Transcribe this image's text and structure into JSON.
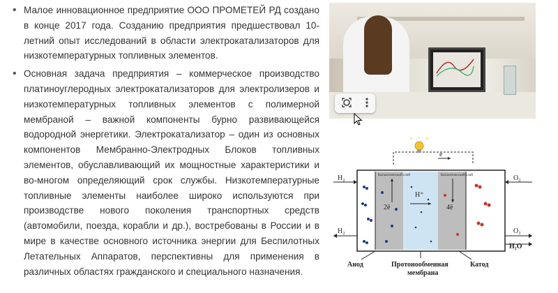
{
  "paragraphs": [
    "Малое инновационное предприятие ООО ПРОМЕТЕЙ РД создано в конце 2017 года. Созданию предприятия предшествовал 10-летний опыт исследований в области электрокатализаторов для низкотемпературных топливных элементов.",
    "Основная задача предприятия – коммерческое производство платиноуглеродных электрокатализаторов для электролизеров и низкотемпературных топливных элементов с полимерной мембраной – важной компоненты бурно развивающейся водородной энергетики. Электрокатализатор – один из основных компонентов Мембранно-Электродных Блоков топливных элементов, обуславливающий их мощностные характеристики и во-многом определяющий срок службы. Низкотемпературные топливные элементы наиболее широко используются при производстве нового поколения транспортных средств (автомобили, поезда, корабли и др.), востребованы в России и в мире в качестве основного источника энергии для Беспилотных Летательных Аппаратов, перспективны для применения в различных областях гражданского и специального назначения."
  ],
  "photo_icons": [
    "lens-icon",
    "more-vert-icon"
  ],
  "diagram": {
    "electron_top": "ē",
    "catalyst_layer_left": "Каталитический слой",
    "catalyst_layer_right": "Каталитический слой",
    "h2_in": "H₂",
    "h2_out": "H₂",
    "o2_in": "O₂",
    "o2_out": "O₂",
    "h2o_out": "H₂O",
    "left_electrons": "2ē",
    "proton": "H⁺",
    "right_electrons": "4ē",
    "anode": "Анод",
    "membrane_line1": "Протонообменная",
    "membrane_line2": "мембрана",
    "cathode": "Катод"
  }
}
